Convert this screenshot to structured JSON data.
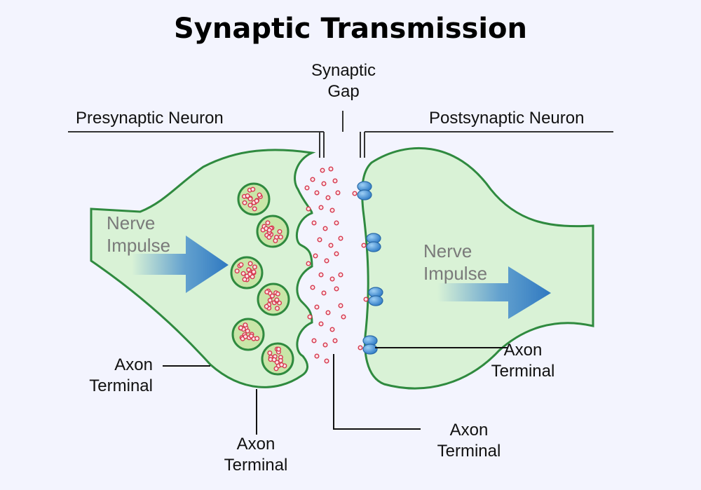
{
  "title": "Synaptic Transmission",
  "labels": {
    "synaptic_gap": [
      "Synaptic",
      "Gap"
    ],
    "presynaptic": "Presynaptic Neuron",
    "postsynaptic": "Postsynaptic Neuron",
    "nerve_impulse_left": [
      "Nerve",
      "Impulse"
    ],
    "nerve_impulse_right": [
      "Nerve",
      "Impulse"
    ],
    "axon_left": [
      "Axon",
      "Terminal"
    ],
    "axon_bottom_left": [
      "Axon",
      "Terminal"
    ],
    "axon_bottom_center": [
      "Axon",
      "Terminal"
    ],
    "axon_right": [
      "Axon",
      "Terminal"
    ]
  },
  "colors": {
    "background": "#f3f4fe",
    "neuron_fill": "#d9f2d6",
    "neuron_stroke": "#2f8a3f",
    "neurotransmitter": "#d6394f",
    "receptor": "#3e8fd3",
    "arrow": "#3b86cc"
  }
}
